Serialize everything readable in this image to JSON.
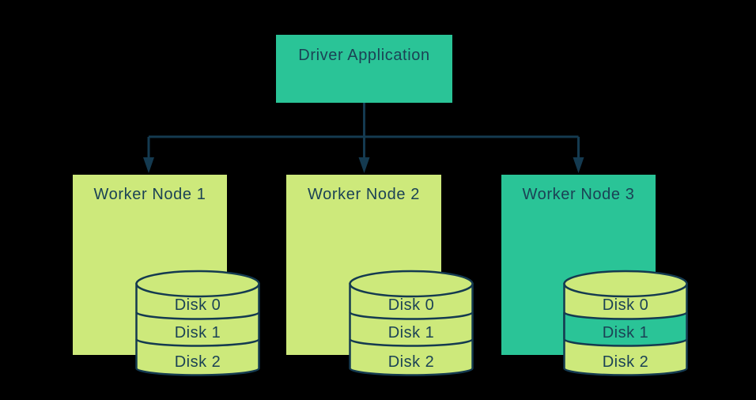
{
  "diagram_type": "spark-cluster-architecture",
  "colors": {
    "background": "#000000",
    "teal": "#2ac497",
    "yellow_green": "#cde97b",
    "navy_line": "#143a50",
    "navy_text": "#1b4255"
  },
  "driver": {
    "label": "Driver Application"
  },
  "workers": [
    {
      "label": "Worker Node 1",
      "disks": [
        "Disk 0",
        "Disk 1",
        "Disk 2"
      ],
      "highlighted_disk": null
    },
    {
      "label": "Worker Node 2",
      "disks": [
        "Disk 0",
        "Disk 1",
        "Disk 2"
      ],
      "highlighted_disk": null
    },
    {
      "label": "Worker Node 3",
      "disks": [
        "Disk 0",
        "Disk 1",
        "Disk 2"
      ],
      "highlighted_disk": "Disk 1"
    }
  ]
}
